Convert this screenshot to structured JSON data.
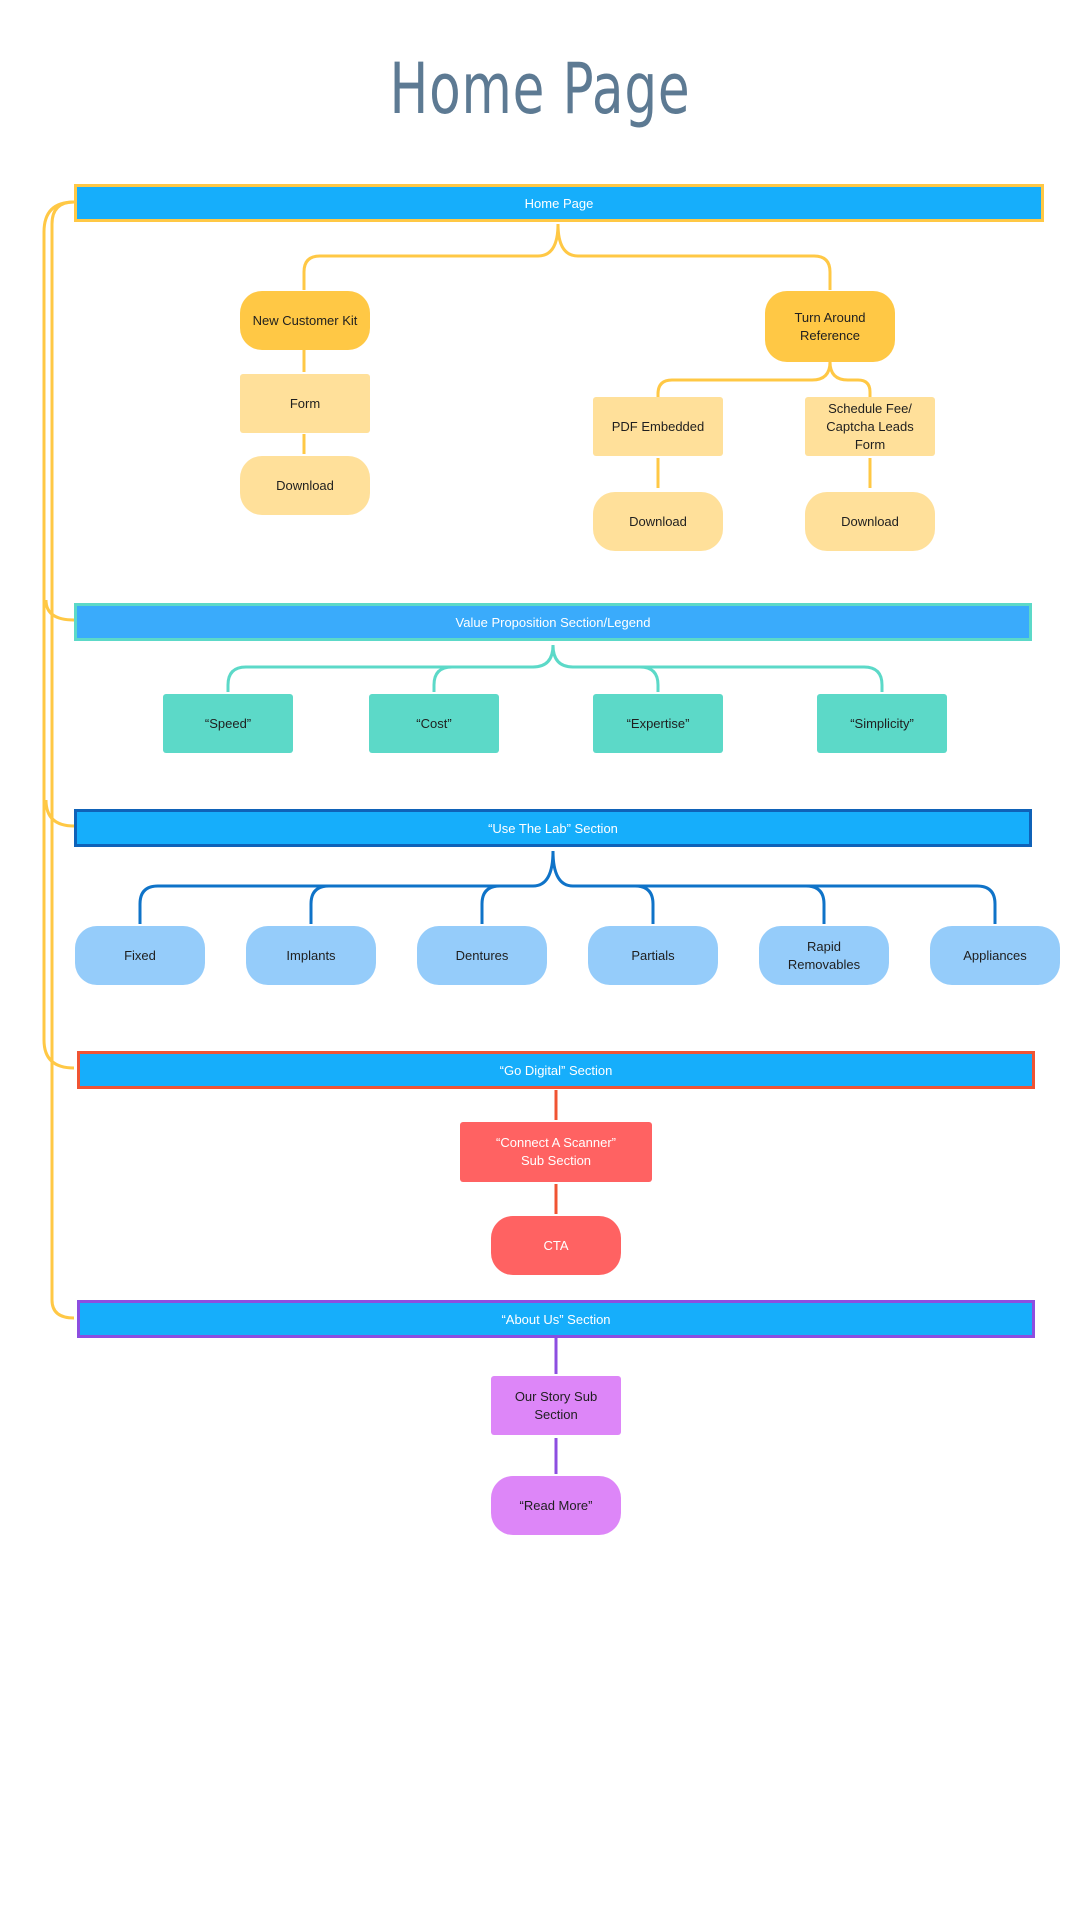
{
  "title": "Home Page",
  "colors": {
    "bar_blue": "#16aefb",
    "yellow": "#ffc845",
    "yellow_light": "#ffe09a",
    "teal": "#5cd9c8",
    "teal_line": "#5cd9c8",
    "blue_light": "#95ccfa",
    "blue_line": "#0f73c8",
    "red": "#ff6262",
    "red_line": "#f05433",
    "purple": "#dd86f8",
    "purple_line": "#8d4ee0"
  },
  "home": {
    "bar": "Home Page",
    "new_customer_kit": "New Customer Kit",
    "form": "Form",
    "download_left": "Download",
    "turn_around": "Turn Around\nReference",
    "pdf_embedded": "PDF Embedded",
    "schedule_fee": "Schedule Fee/\nCaptcha Leads Form",
    "download_pdf": "Download",
    "download_schedule": "Download"
  },
  "value": {
    "bar": "Value Proposition Section/Legend",
    "items": [
      "“Speed”",
      "“Cost”",
      "“Expertise”",
      "“Simplicity”"
    ]
  },
  "lab": {
    "bar": "“Use The Lab” Section",
    "items": [
      "Fixed",
      "Implants",
      "Dentures",
      "Partials",
      "Rapid\nRemovables",
      "Appliances"
    ]
  },
  "digital": {
    "bar": "“Go Digital” Section",
    "sub": "“Connect A Scanner”\nSub Section",
    "cta": "CTA"
  },
  "about": {
    "bar": "“About Us” Section",
    "sub": "Our Story Sub\nSection",
    "cta": "“Read More”"
  }
}
